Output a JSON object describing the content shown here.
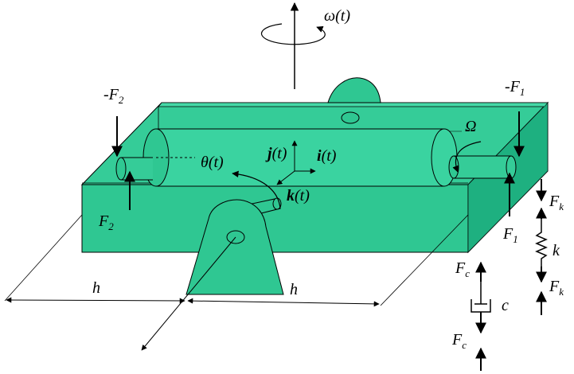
{
  "labels": {
    "omega": "ω(t)",
    "neg_f2": "-F",
    "neg_f2_sub": "2",
    "neg_f1": "-F",
    "neg_f1_sub": "1",
    "big_omega": "Ω",
    "theta": "θ(t)",
    "j": "j",
    "j_arg": "(t)",
    "i": "i",
    "i_arg": "(t)",
    "k": "k",
    "k_arg": "(t)",
    "f2": "F",
    "f2_sub": "2",
    "f1": "F",
    "f1_sub": "1",
    "fk_top": "F",
    "fk_top_sub": "k",
    "spring_k": "k",
    "fk_bottom": "F",
    "fk_bottom_sub": "k",
    "fc_top": "F",
    "fc_top_sub": "c",
    "damper_c": "c",
    "fc_bottom": "F",
    "fc_bottom_sub": "c",
    "h_left": "h",
    "h_right": "h"
  },
  "colors": {
    "body": "#2fc792",
    "body_light": "#3ad3a0",
    "body_dark": "#17a577",
    "outline": "#000000"
  }
}
